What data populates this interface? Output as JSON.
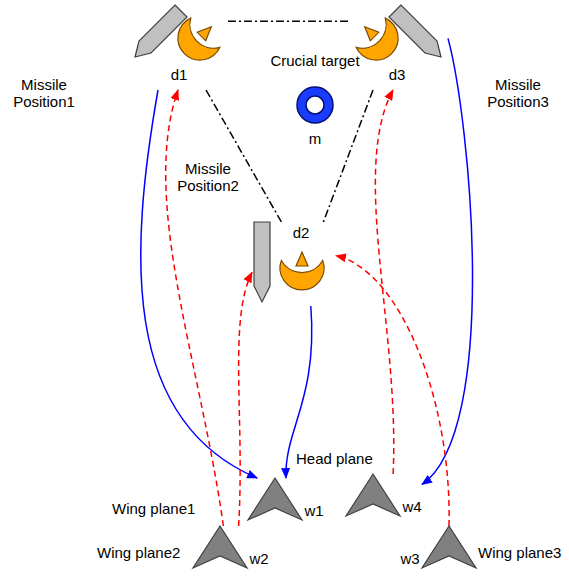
{
  "diagram": {
    "nodes": [
      {
        "text": [
          "Missile Position1",
          "d1"
        ]
      },
      {
        "text": [
          "Crucial target",
          "m"
        ]
      },
      {
        "text": [
          "Missile Position3",
          "d3"
        ]
      },
      {
        "text": [
          "Missile Position2",
          "d2"
        ]
      },
      {
        "text": [
          "Wing plane1",
          "w1"
        ]
      },
      {
        "text": [
          "Head plane",
          "w4"
        ]
      },
      {
        "text": [
          "Wing plane2",
          "w2"
        ]
      },
      {
        "text": [
          "Wing plane3",
          "w3"
        ]
      }
    ],
    "edges": [
      {
        "from": 0,
        "to": 4,
        "arrow": "to"
      },
      {
        "from": 3,
        "to": 4,
        "arrow": "to"
      },
      {
        "from": 2,
        "to": 5,
        "arrow": "to"
      },
      {
        "from": 6,
        "to": 0,
        "arrow": "to"
      },
      {
        "from": 6,
        "to": 3,
        "arrow": "to"
      },
      {
        "from": 7,
        "to": 3,
        "arrow": "to"
      },
      {
        "from": 5,
        "to": 2,
        "arrow": "to"
      },
      {
        "from": 0,
        "to": 2,
        "arrow": "none"
      },
      {
        "from": 0,
        "to": 3,
        "arrow": "none"
      },
      {
        "from": 2,
        "to": 3,
        "arrow": "none"
      }
    ]
  }
}
